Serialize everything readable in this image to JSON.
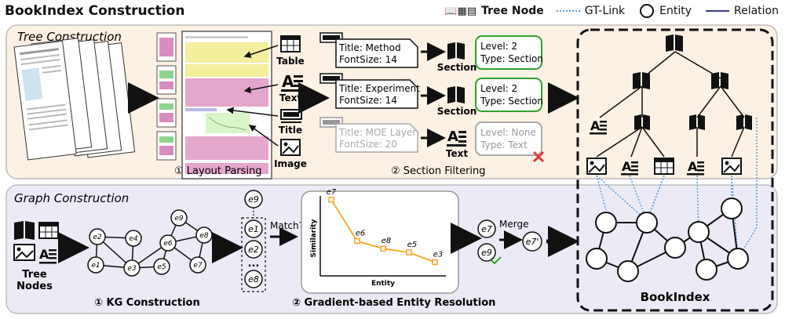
{
  "header": {
    "title": "BookIndex Construction",
    "legend": {
      "tree_node": "Tree Node",
      "gt_link": "GT-Link",
      "entity": "Entity",
      "relation": "Relation"
    }
  },
  "tree_panel": {
    "title": "Tree Construction",
    "layout_labels": {
      "table": "Table",
      "text": "Text",
      "title": "Title",
      "image": "Image"
    },
    "step1": "① Layout Parsing",
    "step2": "② Section Filtering",
    "candidates": [
      {
        "title": "Title: Method",
        "font": "FontSize: 14",
        "result": "Section",
        "level": "Level: 2",
        "type": "Type: Section",
        "kept": true
      },
      {
        "title": "Title: Experiment",
        "font": "FontSize: 14",
        "result": "Section",
        "level": "Level: 2",
        "type": "Type: Section",
        "kept": true
      },
      {
        "title": "Title: MOE Layer",
        "font": "FontSize: 20",
        "result": "Text",
        "level": "Level: None",
        "type": "Type: Text",
        "kept": false
      }
    ]
  },
  "graph_panel": {
    "title": "Graph Construction",
    "tree_nodes_label": [
      "Tree",
      "Nodes"
    ],
    "kg_entities": [
      "e2",
      "e4",
      "e1",
      "e3",
      "e5",
      "e9",
      "e6",
      "e8",
      "e7"
    ],
    "match_label": "Match?",
    "candidate_list": [
      "e9",
      "e1",
      "e2",
      "...",
      "e8"
    ],
    "step1": "① KG Construction",
    "step2": "② Gradient-based Entity Resolution",
    "merge_label": "Merge",
    "merged_entity": "e7'",
    "merge_inputs": [
      "e7",
      "e9"
    ]
  },
  "chart_data": {
    "type": "line",
    "xlabel": "Entity",
    "ylabel": "Similarity",
    "points": [
      {
        "label": "e7",
        "y": 0.95
      },
      {
        "label": "e6",
        "y": 0.4
      },
      {
        "label": "e8",
        "y": 0.3
      },
      {
        "label": "e5",
        "y": 0.25
      },
      {
        "label": "e3",
        "y": 0.12
      }
    ],
    "color": "#f5a623"
  },
  "bookindex": {
    "label": "BookIndex"
  },
  "colors": {
    "tree_bg": "#fbf1e4",
    "graph_bg": "#ecebf5",
    "keep_border": "#33a02c",
    "reject": "#e53935",
    "gt_link": "#5b9bd5",
    "curve": "#f5a623"
  }
}
